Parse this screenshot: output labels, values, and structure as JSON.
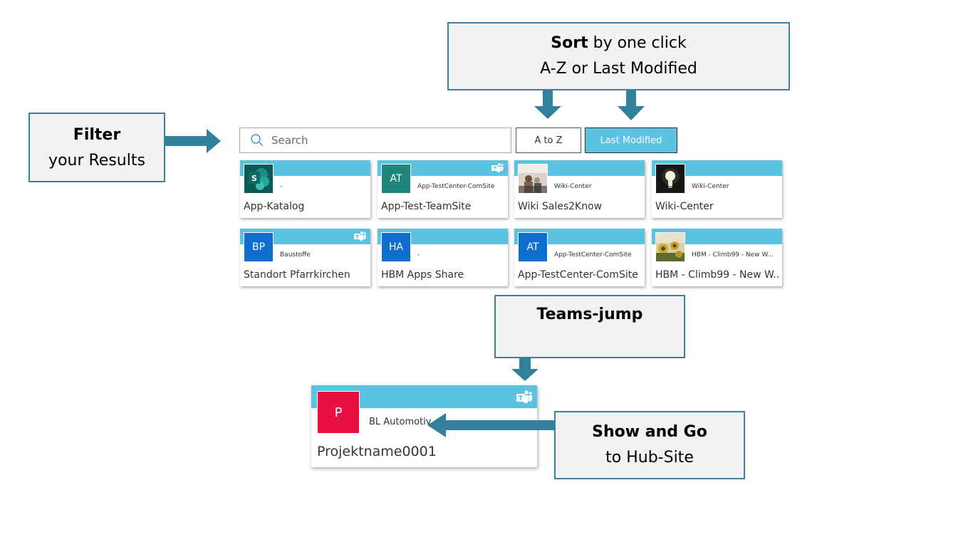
{
  "callouts": {
    "sort": {
      "bold": "Sort",
      "rest": " by one click",
      "line2": "A-Z or Last Modified"
    },
    "filter": {
      "bold": "Filter",
      "line2": "your Results"
    },
    "teams_jump": {
      "bold": "Teams-jump"
    },
    "show_go": {
      "bold": "Show and Go",
      "line2": "to Hub-Site"
    }
  },
  "controls": {
    "search_placeholder": "Search",
    "search_value": "",
    "sort_az_label": "A to Z",
    "sort_last_modified_label": "Last Modified",
    "active_sort": "Last Modified"
  },
  "colors": {
    "accent": "#5bc2e2",
    "callout_border": "#41809c",
    "arrow": "#31809c",
    "callout_bg": "#f2f2f2"
  },
  "sites": [
    {
      "title": "App-Katalog",
      "hub": "-",
      "logo_type": "sharepoint-icon",
      "logo_text": "S",
      "logo_color": "#0b5a55",
      "teams": false
    },
    {
      "title": "App-Test-TeamSite",
      "hub": "App-TestCenter-ComSite",
      "logo_type": "initials",
      "logo_text": "AT",
      "logo_color": "#1f857c",
      "teams": true
    },
    {
      "title": "Wiki Sales2Know",
      "hub": "Wiki-Center",
      "logo_type": "photo-meeting",
      "logo_text": "",
      "logo_color": "#9a8f82",
      "teams": false
    },
    {
      "title": "Wiki-Center",
      "hub": "Wiki-Center",
      "logo_type": "photo-lightbulb",
      "logo_text": "",
      "logo_color": "#1a1a1a",
      "teams": false
    },
    {
      "title": "Standort Pfarrkirchen",
      "hub": "Baustoffe",
      "logo_type": "initials",
      "logo_text": "BP",
      "logo_color": "#0f6fcf",
      "teams": true
    },
    {
      "title": "HBM Apps Share",
      "hub": "-",
      "logo_type": "initials",
      "logo_text": "HA",
      "logo_color": "#0f6fcf",
      "teams": false
    },
    {
      "title": "App-TestCenter-ComSite",
      "hub": "App-TestCenter-ComSite",
      "logo_type": "initials",
      "logo_text": "AT",
      "logo_color": "#0f6fcf",
      "teams": false
    },
    {
      "title": "HBM - Climb99 - New W...",
      "hub": "HBM - Climb99 - New W...",
      "logo_type": "photo-sunflowers",
      "logo_text": "",
      "logo_color": "#a39a4a",
      "teams": false
    }
  ],
  "featured_site": {
    "title": "Projektname0001",
    "hub": "BL Automotiv",
    "logo_text": "P",
    "logo_color": "#e8103f",
    "teams": true
  }
}
